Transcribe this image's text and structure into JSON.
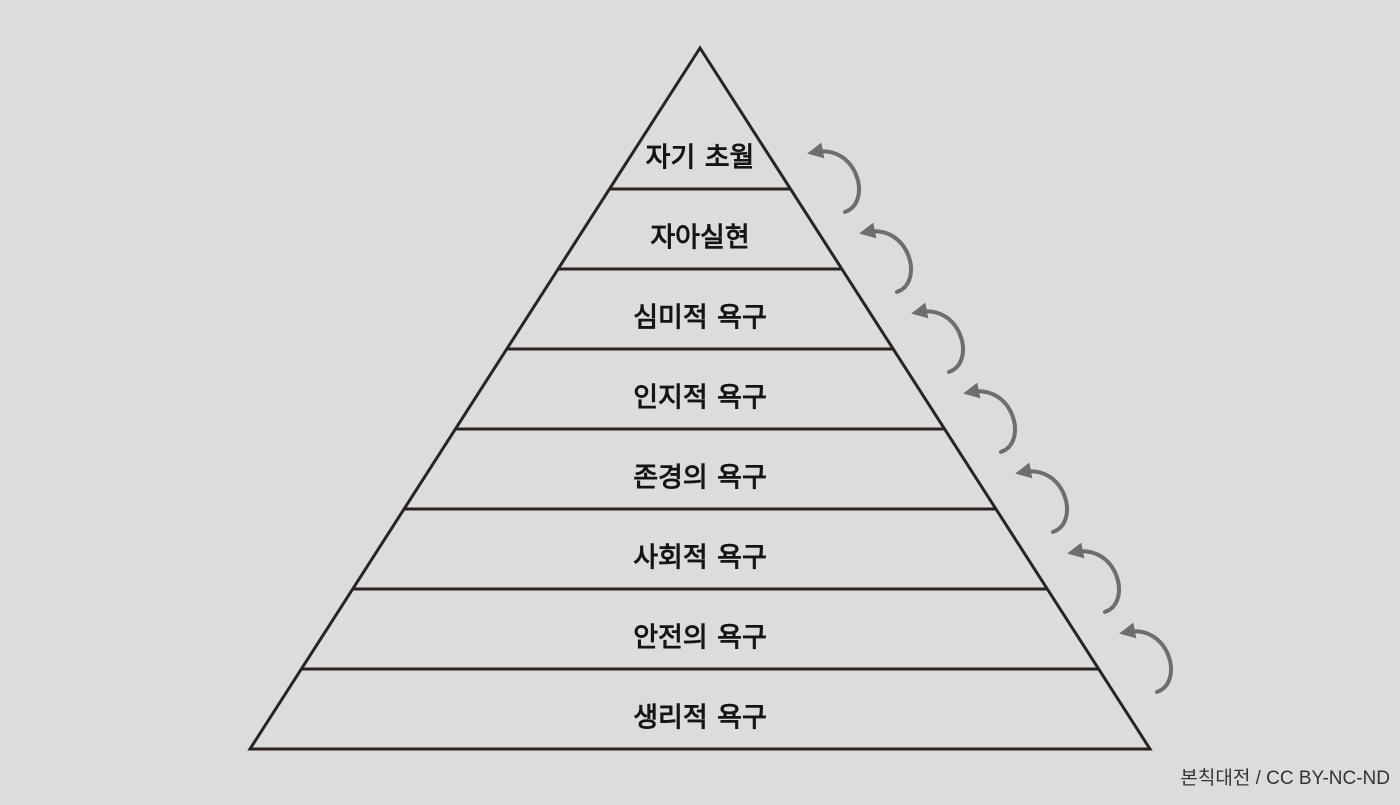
{
  "diagram": {
    "levels": [
      {
        "label": "자기 초월"
      },
      {
        "label": "자아실현"
      },
      {
        "label": "심미적 욕구"
      },
      {
        "label": "인지적 욕구"
      },
      {
        "label": "존경의 욕구"
      },
      {
        "label": "사회적 욕구"
      },
      {
        "label": "안전의 욕구"
      },
      {
        "label": "생리적 욕구"
      }
    ],
    "colors": {
      "background": "#dcdcdc",
      "outline": "#2a2320",
      "text": "#151515",
      "arrow": "#6e6e6e"
    }
  },
  "credit": {
    "text": "본칙대전 / CC BY-NC-ND"
  }
}
